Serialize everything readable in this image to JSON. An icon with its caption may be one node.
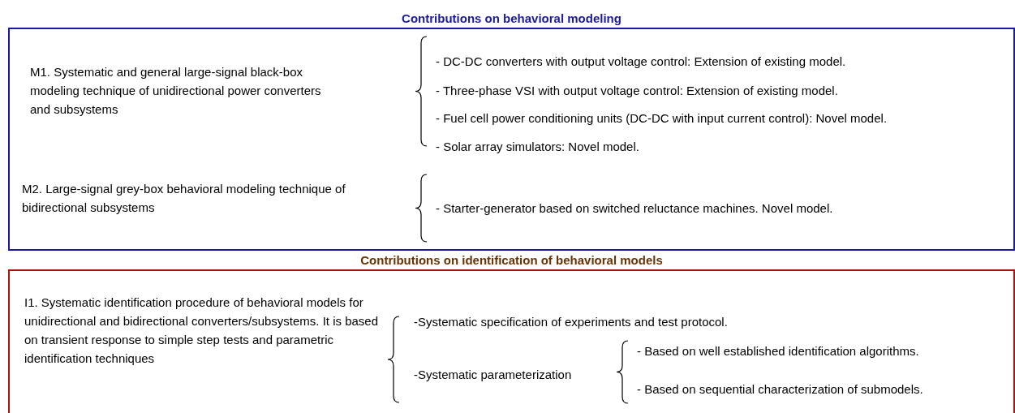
{
  "diagram": {
    "nodes": [
      {
        "text": [
          "Contributions on behavioral modeling"
        ]
      },
      {
        "text": [
          "Contributions on identification of behavioral models"
        ]
      }
    ],
    "labels": [
      "M1. Systematic and general large-signal black-box modeling technique of unidirectional power converters and subsystems",
      "- DC-DC converters with output voltage control: Extension of existing model.",
      "- Three-phase VSI with output voltage control: Extension of existing model.",
      "- Fuel cell power conditioning units (DC-DC with input current control): Novel model.",
      "- Solar array simulators: Novel model.",
      "M2. Large-signal grey-box behavioral modeling technique of bidirectional subsystems",
      "- Starter-generator based on switched reluctance machines. Novel model.",
      "I1. Systematic identification procedure of behavioral models for unidirectional and bidirectional converters/subsystems. It is based on transient response to simple step tests and parametric identification techniques",
      "-Systematic specification of experiments and test protocol.",
      "-Systematic parameterization",
      "- Based on well established identification algorithms.",
      "- Based on sequential characterization of submodels."
    ]
  }
}
